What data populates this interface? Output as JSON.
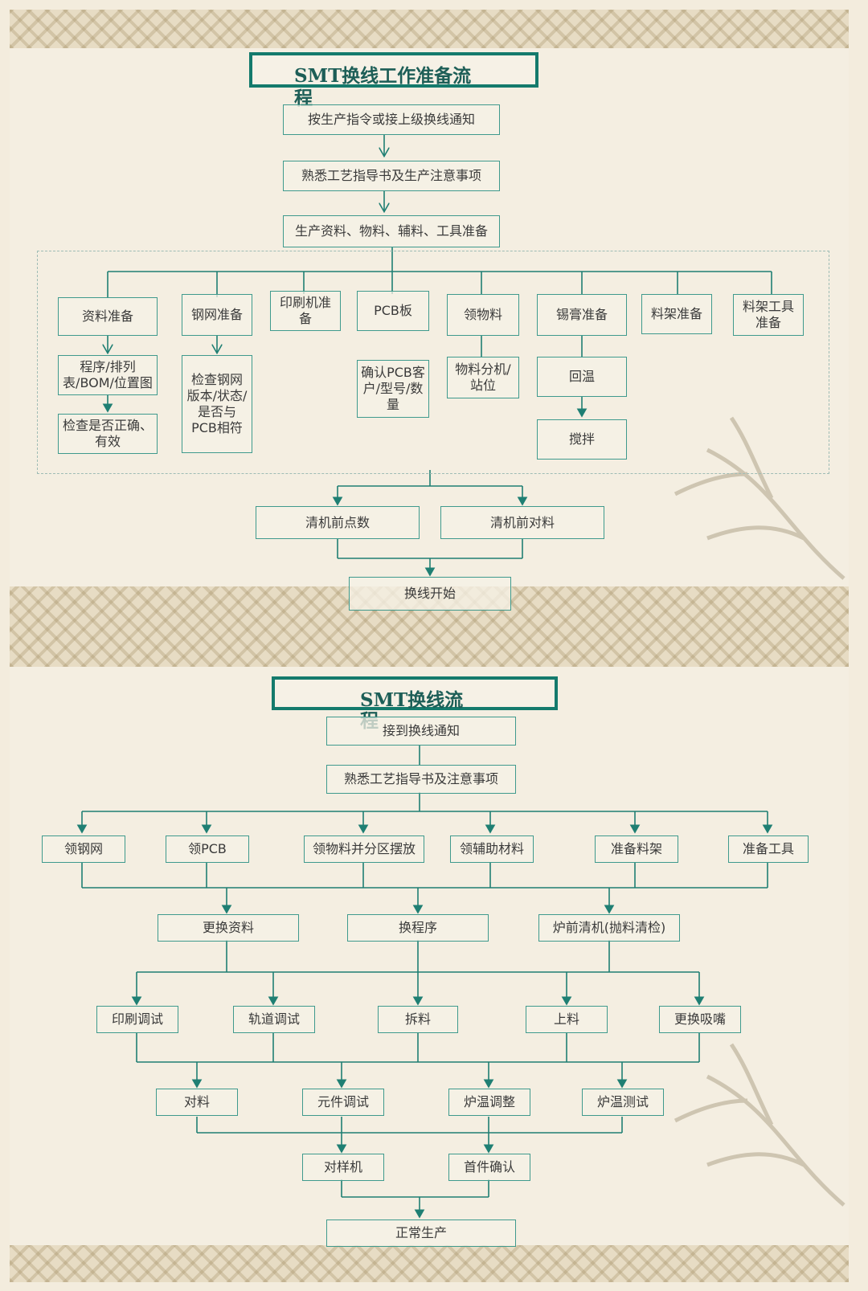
{
  "flow1": {
    "title_line1": "SMT换线工作准备流",
    "title_line2": "程",
    "step1": "按生产指令或接上级换线通知",
    "step2": "熟悉工艺指导书及生产注意事项",
    "step3": "生产资料、物料、辅料、工具准备",
    "branches": {
      "docs": "资料准备",
      "docs_sub1": "程序/排列表/BOM/位置图",
      "docs_sub2": "检查是否正确、有效",
      "stencil": "钢网准备",
      "stencil_sub1": "检查钢网版本/状态/是否与PCB相符",
      "printer": "印刷机准备",
      "pcb": "PCB板",
      "pcb_sub1": "确认PCB客户/型号/数量",
      "material": "领物料",
      "material_sub1": "物料分机/站位",
      "paste": "锡膏准备",
      "paste_sub1": "回温",
      "paste_sub2": "搅拌",
      "feeder": "料架准备",
      "tools": "料架工具准备"
    },
    "clean_count": "清机前点数",
    "clean_check": "清机前对料",
    "start": "换线开始"
  },
  "flow2": {
    "title_line1": "SMT换线流",
    "title_line2": "程",
    "step1": "接到换线通知",
    "step2": "熟悉工艺指导书及注意事项",
    "row1": [
      "领钢网",
      "领PCB",
      "领物料并分区摆放",
      "领辅助材料",
      "准备料架",
      "准备工具"
    ],
    "row2": [
      "更换资料",
      "换程序",
      "炉前清机(抛料清检)"
    ],
    "row3": [
      "印刷调试",
      "轨道调试",
      "拆料",
      "上料",
      "更换吸嘴"
    ],
    "row4": [
      "对料",
      "元件调试",
      "炉温调整",
      "炉温测试"
    ],
    "row5": [
      "对样机",
      "首件确认"
    ],
    "final": "正常生产"
  },
  "colors": {
    "line": "#1f7f73",
    "border": "#3f9a8d",
    "title_border": "#147a6c"
  }
}
